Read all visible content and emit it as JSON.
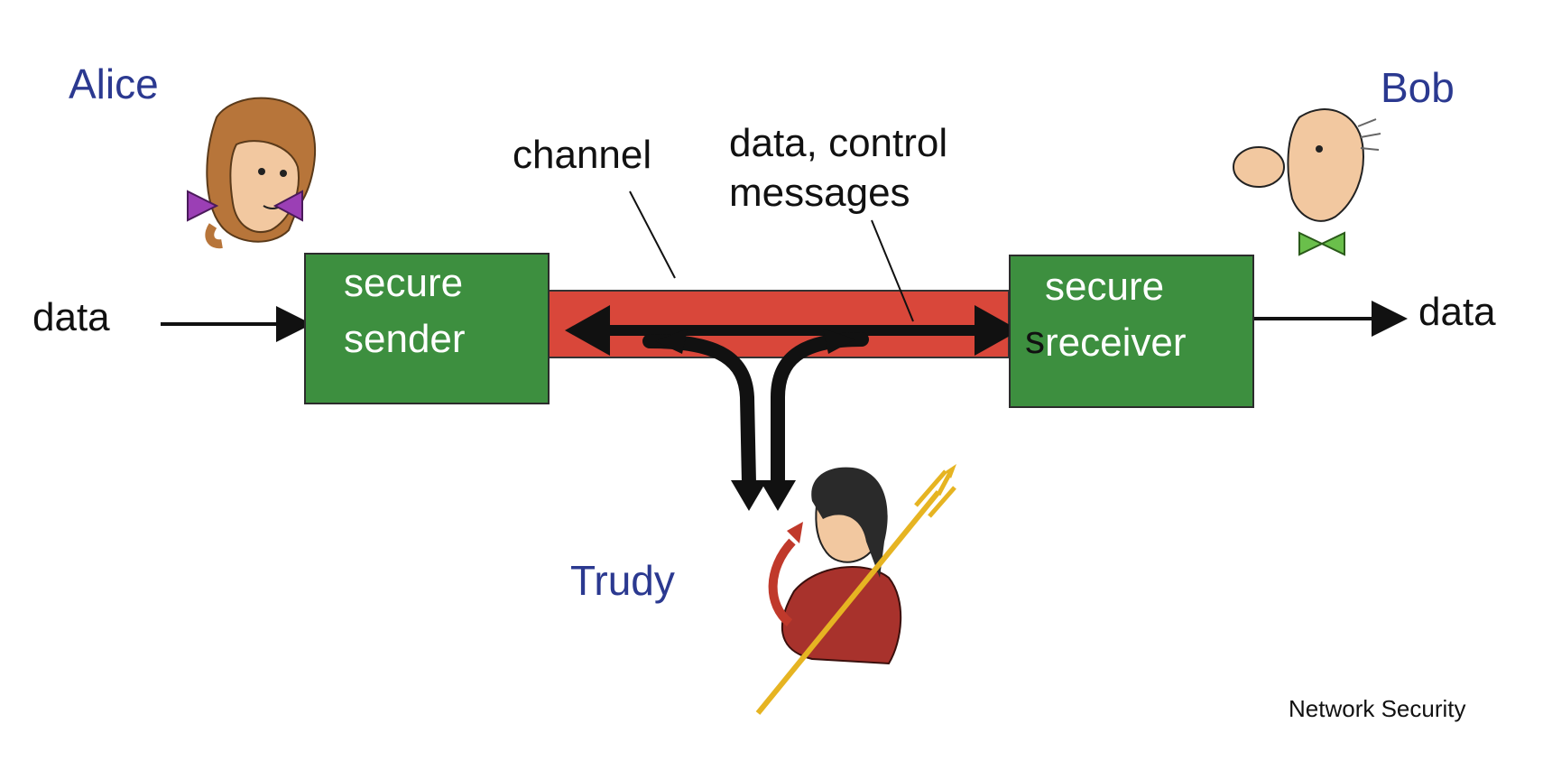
{
  "title": "Network Security",
  "actors": {
    "alice": "Alice",
    "bob": "Bob",
    "trudy": "Trudy"
  },
  "labels": {
    "channel": "channel",
    "messages_line1": "data, control",
    "messages_line2": "messages",
    "data_in": "data",
    "data_out": "data",
    "stray_char": "s"
  },
  "boxes": {
    "sender_line1": "secure",
    "sender_line2": "sender",
    "receiver_line1": "secure",
    "receiver_line2": "receiver"
  },
  "colors": {
    "box_green": "#3d8f3f",
    "channel_red": "#d9473a",
    "name_blue": "#2b3990"
  }
}
